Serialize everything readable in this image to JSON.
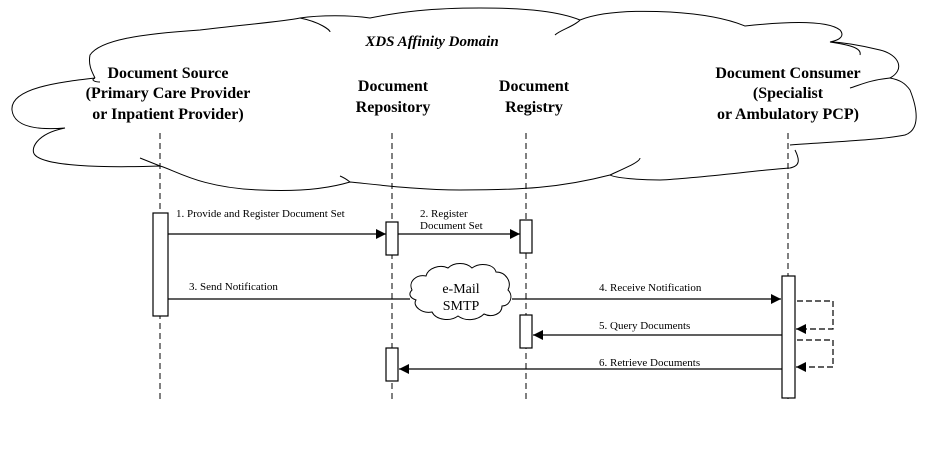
{
  "diagram": {
    "domain_title": "XDS Affinity Domain",
    "actors": [
      {
        "id": "source",
        "lines": [
          "Document Source",
          "(Primary Care Provider",
          "or Inpatient Provider)"
        ]
      },
      {
        "id": "repository",
        "lines": [
          "Document",
          "Repository"
        ]
      },
      {
        "id": "registry",
        "lines": [
          "Document",
          "Registry"
        ]
      },
      {
        "id": "consumer",
        "lines": [
          "Document Consumer",
          "(Specialist",
          "or Ambulatory PCP)"
        ]
      }
    ],
    "messages": [
      {
        "id": "m1",
        "lines": [
          "1. Provide and Register Document Set"
        ],
        "from": "source",
        "to": "repository"
      },
      {
        "id": "m2",
        "lines": [
          "2. Register",
          "Document Set"
        ],
        "from": "repository",
        "to": "registry"
      },
      {
        "id": "m3",
        "lines": [
          "3. Send Notification"
        ],
        "from": "source",
        "to": "smtp"
      },
      {
        "id": "m4",
        "lines": [
          "4. Receive Notification"
        ],
        "from": "smtp",
        "to": "consumer"
      },
      {
        "id": "m5",
        "lines": [
          "5. Query Documents"
        ],
        "from": "consumer",
        "to": "registry"
      },
      {
        "id": "m6",
        "lines": [
          "6. Retrieve Documents"
        ],
        "from": "consumer",
        "to": "repository"
      }
    ],
    "smtp_cloud": {
      "lines": [
        "e-Mail",
        "SMTP"
      ]
    }
  }
}
